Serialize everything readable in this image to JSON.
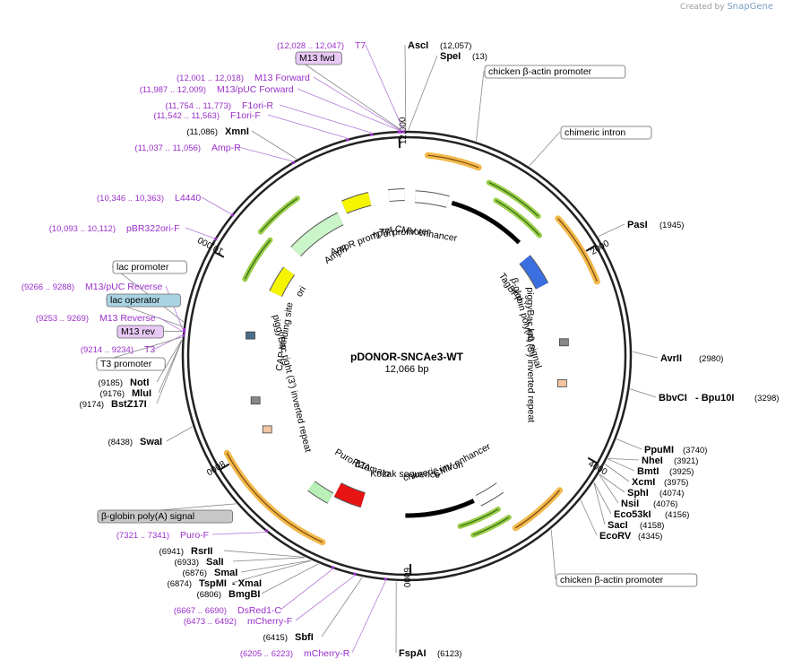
{
  "credit": {
    "prefix": "Created by",
    "brand": "SnapGene"
  },
  "plasmid": {
    "name": "pDONOR-SNCAe3-WT",
    "size_label": "12,066 bp",
    "total_bp": 12066
  },
  "ticks": [
    {
      "bp": 2000,
      "label": "2000"
    },
    {
      "bp": 4000,
      "label": "4000"
    },
    {
      "bp": 6000,
      "label": "6000"
    },
    {
      "bp": 8000,
      "label": "8000"
    },
    {
      "bp": 10000,
      "label": "10,000"
    },
    {
      "bp": 12000,
      "label": "12,000"
    }
  ],
  "labels": [
    {
      "id": "t7-right",
      "name": "T7",
      "pos": "(12,028 .. 12,047)",
      "kind": "primer",
      "bp": 12037
    },
    {
      "id": "ascI",
      "name": "AscI",
      "pos": "(12,057)",
      "kind": "enzyme",
      "bp": 12057
    },
    {
      "id": "m13fwd",
      "name": "M13 fwd",
      "pos": "",
      "kind": "boxed-purple",
      "bp": 12020
    },
    {
      "id": "speI",
      "name": "SpeI",
      "pos": "(13)",
      "kind": "enzyme",
      "bp": 13
    },
    {
      "id": "m13forward",
      "name": "M13 Forward",
      "pos": "(12,001 .. 12,018)",
      "kind": "primer",
      "bp": 12010
    },
    {
      "id": "m13puc",
      "name": "M13/pUC Forward",
      "pos": "(11,987 .. 12,009)",
      "kind": "primer",
      "bp": 11998
    },
    {
      "id": "f1ori-r",
      "name": "F1ori-R",
      "pos": "(11,754 .. 11,773)",
      "kind": "primer",
      "bp": 11763
    },
    {
      "id": "f1ori-f",
      "name": "F1ori-F",
      "pos": "(11,542 .. 11,563)",
      "kind": "primer",
      "bp": 11552
    },
    {
      "id": "xmnI",
      "name": "XmnI",
      "pos": "(11,086)",
      "kind": "enzyme",
      "bp": 11086
    },
    {
      "id": "amp-r",
      "name": "Amp-R",
      "pos": "(11,037 .. 11,056)",
      "kind": "primer",
      "bp": 11046
    },
    {
      "id": "l4440",
      "name": "L4440",
      "pos": "(10,346 .. 10,363)",
      "kind": "primer",
      "bp": 10354
    },
    {
      "id": "pbr322",
      "name": "pBR322ori-F",
      "pos": "(10,093 .. 10,112)",
      "kind": "primer",
      "bp": 10102
    },
    {
      "id": "lac-promoter",
      "name": "lac promoter",
      "pos": "",
      "kind": "boxed-plain",
      "bp": 9340
    },
    {
      "id": "m13puc-rev",
      "name": "M13/pUC Reverse",
      "pos": "(9266 .. 9288)",
      "kind": "primer",
      "bp": 9277
    },
    {
      "id": "lac-operator",
      "name": "lac operator",
      "pos": "",
      "kind": "boxed-blue",
      "bp": 9300
    },
    {
      "id": "m13reverse",
      "name": "M13 Reverse",
      "pos": "(9253 .. 9269)",
      "kind": "primer",
      "bp": 9261
    },
    {
      "id": "m13rev",
      "name": "M13 rev",
      "pos": "",
      "kind": "boxed-purple",
      "bp": 9260
    },
    {
      "id": "t3",
      "name": "T3",
      "pos": "(9214 .. 9234)",
      "kind": "primer",
      "bp": 9224
    },
    {
      "id": "t3-promoter",
      "name": "T3 promoter",
      "pos": "",
      "kind": "boxed-plain",
      "bp": 9210
    },
    {
      "id": "notI",
      "name": "NotI",
      "pos": "(9185)",
      "kind": "enzyme",
      "bp": 9185
    },
    {
      "id": "mluI",
      "name": "MluI",
      "pos": "(9176)",
      "kind": "enzyme",
      "bp": 9176
    },
    {
      "id": "bstz17I",
      "name": "BstZ17I",
      "pos": "(9174)",
      "kind": "enzyme",
      "bp": 9174
    },
    {
      "id": "swaI",
      "name": "SwaI",
      "pos": "(8438)",
      "kind": "enzyme",
      "bp": 8438
    },
    {
      "id": "bglobin-left",
      "name": "β-globin poly(A) signal",
      "pos": "",
      "kind": "boxed-gray",
      "bp": 7680
    },
    {
      "id": "puro-f",
      "name": "Puro-F",
      "pos": "(7321 .. 7341)",
      "kind": "primer",
      "bp": 7331
    },
    {
      "id": "rsrII",
      "name": "RsrII",
      "pos": "(6941)",
      "kind": "enzyme",
      "bp": 6941
    },
    {
      "id": "salI",
      "name": "SalI",
      "pos": "(6933)",
      "kind": "enzyme",
      "bp": 6933
    },
    {
      "id": "smaI",
      "name": "SmaI",
      "pos": "(6876)",
      "kind": "enzyme",
      "bp": 6876
    },
    {
      "id": "tspMI",
      "name": "TspMI",
      "pos": "(6874)",
      "kind": "enzyme",
      "extra": "- XmaI",
      "bp": 6874
    },
    {
      "id": "bmgBI",
      "name": "BmgBI",
      "pos": "(6806)",
      "kind": "enzyme",
      "bp": 6806
    },
    {
      "id": "dsred1-c",
      "name": "DsRed1-C",
      "pos": "(6667 .. 6690)",
      "kind": "primer",
      "bp": 6678
    },
    {
      "id": "mcherry-f",
      "name": "mCherry-F",
      "pos": "(6473 .. 6492)",
      "kind": "primer",
      "bp": 6482
    },
    {
      "id": "sbfI",
      "name": "SbfI",
      "pos": "(6415)",
      "kind": "enzyme",
      "bp": 6415
    },
    {
      "id": "mcherry-r",
      "name": "mCherry-R",
      "pos": "(6205 .. 6223)",
      "kind": "primer",
      "bp": 6214
    },
    {
      "id": "fspAI",
      "name": "FspAI",
      "pos": "(6123)",
      "kind": "enzyme",
      "bp": 6123
    },
    {
      "id": "chicken-top",
      "name": "chicken β-actin promoter",
      "pos": "",
      "kind": "boxed-plain",
      "bp": 600
    },
    {
      "id": "chimeric-top",
      "name": "chimeric intron",
      "pos": "",
      "kind": "boxed-plain",
      "bp": 1100
    },
    {
      "id": "pasI",
      "name": "PasI",
      "pos": "(1945)",
      "kind": "enzyme",
      "bp": 1945
    },
    {
      "id": "avrII",
      "name": "AvrII",
      "pos": "(2980)",
      "kind": "enzyme",
      "bp": 2980
    },
    {
      "id": "bbvCI",
      "name": "BbvCI",
      "pos": "(3298)",
      "kind": "enzyme",
      "extra": "- Bpu10I",
      "bp": 3298
    },
    {
      "id": "ppuMI",
      "name": "PpuMI",
      "pos": "(3740)",
      "kind": "enzyme",
      "bp": 3740
    },
    {
      "id": "nheI",
      "name": "NheI",
      "pos": "(3921)",
      "kind": "enzyme",
      "bp": 3921
    },
    {
      "id": "bmtI",
      "name": "BmtI",
      "pos": "(3925)",
      "kind": "enzyme",
      "bp": 3925
    },
    {
      "id": "xcmI",
      "name": "XcmI",
      "pos": "(3975)",
      "kind": "enzyme",
      "bp": 3975
    },
    {
      "id": "sphI",
      "name": "SphI",
      "pos": "(4074)",
      "kind": "enzyme",
      "bp": 4074
    },
    {
      "id": "nsiI",
      "name": "NsiI",
      "pos": "(4076)",
      "kind": "enzyme",
      "bp": 4076
    },
    {
      "id": "eco53kI",
      "name": "Eco53kI",
      "pos": "(4156)",
      "kind": "enzyme",
      "bp": 4156
    },
    {
      "id": "sacI",
      "name": "SacI",
      "pos": "(4158)",
      "kind": "enzyme",
      "bp": 4158
    },
    {
      "id": "ecoRV",
      "name": "EcoRV",
      "pos": "(4345)",
      "kind": "enzyme",
      "bp": 4345
    },
    {
      "id": "chicken-bottom",
      "name": "chicken β-actin promoter",
      "pos": "",
      "kind": "boxed-plain",
      "bp": 4700
    }
  ],
  "features": [
    {
      "name": "f1 ori",
      "bp": 11700
    },
    {
      "name": "T7 promoter",
      "bp": 12030
    },
    {
      "name": "CMV enhancer",
      "bp": 300
    },
    {
      "name": "AmpR",
      "bp": 10900
    },
    {
      "name": "AmpR promoter",
      "bp": 11350
    },
    {
      "name": "ori",
      "bp": 10100
    },
    {
      "name": "TagBFP",
      "bp": 1900
    },
    {
      "name": "β-globin poly(A) signal",
      "bp": 2500
    },
    {
      "name": "piggyBac left (5') inverted repeat",
      "bp": 3000
    },
    {
      "name": "CAP binding site",
      "bp": 9350
    },
    {
      "name": "piggyBac right (3') inverted repeat",
      "bp": 8600
    },
    {
      "name": "Kozak sequence",
      "bp": 6060
    },
    {
      "name": "chimeric intron",
      "bp": 5600
    },
    {
      "name": "CMV enhancer",
      "bp": 5100
    },
    {
      "name": "dTomato",
      "bp": 6600
    },
    {
      "name": "T2A",
      "bp": 6780
    },
    {
      "name": "PuroR",
      "bp": 7050
    }
  ],
  "colors": {
    "primer": "#9a2fc9",
    "enzyme": "#000000",
    "tagbfp": "#3b6fe0",
    "dtomato": "#e81414",
    "puror": "#b8f0b8",
    "ori": "#f5f500",
    "f1ori": "#f5f500",
    "ampr": "#c9f5c9",
    "orange": "#f2b84a",
    "green": "#9ccc4a"
  }
}
